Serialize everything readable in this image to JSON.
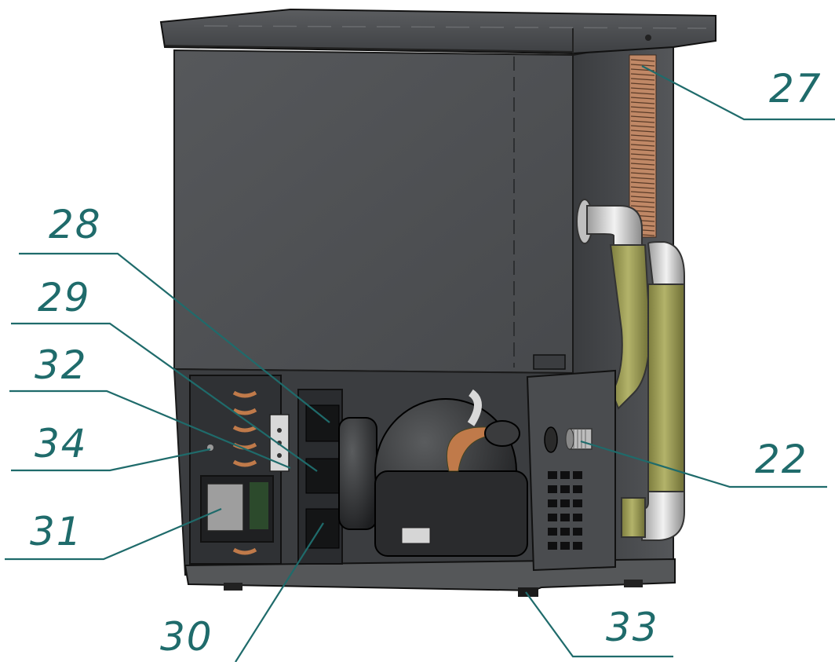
{
  "callouts": [
    {
      "id": "c27",
      "label": "27"
    },
    {
      "id": "c28",
      "label": "28"
    },
    {
      "id": "c29",
      "label": "29"
    },
    {
      "id": "c32",
      "label": "32"
    },
    {
      "id": "c34",
      "label": "34"
    },
    {
      "id": "c31",
      "label": "31"
    },
    {
      "id": "c30",
      "label": "30"
    },
    {
      "id": "c22",
      "label": "22"
    },
    {
      "id": "c33",
      "label": "33"
    }
  ],
  "colors": {
    "callout": "#1f6b6b",
    "cabinet": "#4d4f52",
    "insulation": "#9a9a55",
    "pipe": "#cfcfcf",
    "copper": "#c07a4a"
  }
}
